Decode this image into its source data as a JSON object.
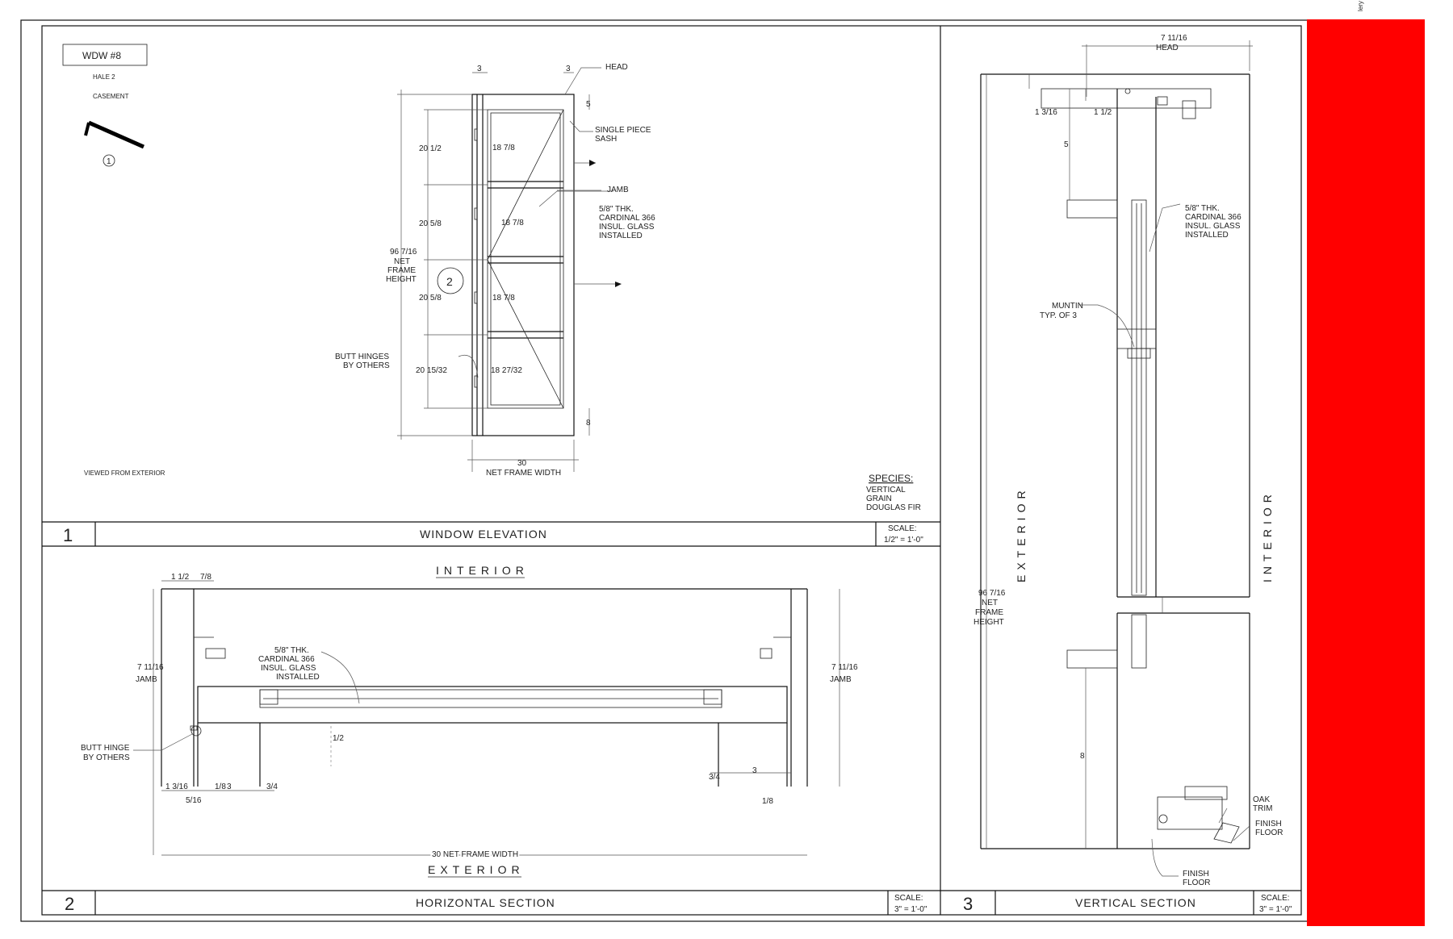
{
  "corner_text": "lery",
  "tag": {
    "label": "WDW #8",
    "sub1": "HALE 2",
    "sub2": "CASEMENT",
    "mark": "1"
  },
  "elevation": {
    "number": "1",
    "title": "WINDOW ELEVATION",
    "scale_label": "SCALE:",
    "scale_value": "1/2\" = 1'-0\"",
    "viewed_from": "VIEWED FROM EXTERIOR",
    "species": {
      "heading": "SPECIES:",
      "l1": "VERTICAL",
      "l2": "GRAIN",
      "l3": "DOUGLAS FIR"
    },
    "callouts": {
      "head": "HEAD",
      "sash1": "SINGLE PIECE",
      "sash2": "SASH",
      "jamb": "JAMB",
      "glass1": "5/8\" THK.",
      "glass2": "CARDINAL 366",
      "glass3": "INSUL. GLASS",
      "glass4": "INSTALLED",
      "hinge1": "BUTT HINGES",
      "hinge2": "BY OTHERS",
      "height1": "96 7/16",
      "height2": "NET",
      "height3": "FRAME",
      "height4": "HEIGHT",
      "width1": "30",
      "width2": "NET FRAME WIDTH",
      "section_mark": "2"
    },
    "dims": {
      "top_left": "3",
      "top_right": "3",
      "right_top": "5",
      "right_bottom": "8",
      "left1": "20 1/2",
      "left2": "20 5/8",
      "left3": "20 5/8",
      "left4": "20 15/32",
      "glass1": "18 7/8",
      "glass2": "18 7/8",
      "glass3": "18 7/8",
      "glass4": "18 27/32"
    }
  },
  "horizontal": {
    "number": "2",
    "title": "HORIZONTAL SECTION",
    "scale_label": "SCALE:",
    "scale_value": "3\" = 1'-0\"",
    "interior": "INTERIOR",
    "exterior": "EXTERIOR",
    "glass1": "5/8\" THK.",
    "glass2": "CARDINAL 366",
    "glass3": "INSUL. GLASS",
    "glass4": "INSTALLED",
    "jamb_left": "7 11/16",
    "jamb_left_label": "JAMB",
    "jamb_right": "7 11/16",
    "jamb_right_label": "JAMB",
    "hinge1": "BUTT HINGE",
    "hinge2": "BY OTHERS",
    "width": "30 NET FRAME WIDTH",
    "d_top1": "1 1/2",
    "d_top2": "7/8",
    "d_b1": "1 3/16",
    "d_b2": "5/16",
    "d_b3": "1/8",
    "d_b4": "3",
    "d_b5": "3/4",
    "d_mid": "1/2",
    "d_r1": "3",
    "d_r2": "3/4",
    "d_r3": "1/8"
  },
  "vertical": {
    "number": "3",
    "title": "VERTICAL SECTION",
    "scale_label": "SCALE:",
    "scale_value": "3\" = 1'-0\"",
    "head_dim": "7 11/16",
    "head": "HEAD",
    "exterior": "EXTERIOR",
    "interior": "INTERIOR",
    "glass1": "5/8\" THK.",
    "glass2": "CARDINAL 366",
    "glass3": "INSUL. GLASS",
    "glass4": "INSTALLED",
    "muntin1": "MUNTIN",
    "muntin2": "TYP. OF 3",
    "height1": "96 7/16",
    "height2": "NET",
    "height3": "FRAME",
    "height4": "HEIGHT",
    "oak1": "OAK",
    "oak2": "TRIM",
    "finish1": "FINISH",
    "finish2": "FLOOR",
    "finish3": "FINISH",
    "finish4": "FLOOR",
    "d_top": "1 1/2",
    "d_left": "1 3/16",
    "d_5": "5",
    "d_8": "8"
  },
  "colors": {
    "line": "#111111",
    "redaction": "#ff0000"
  }
}
